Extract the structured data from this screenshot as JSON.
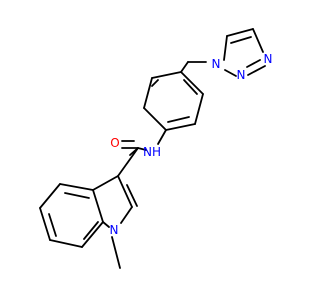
{
  "molecule": {
    "atoms": {
      "O": {
        "label": "O",
        "color": "#FF0000"
      },
      "NH": {
        "label": "NH",
        "color": "#0000FF"
      },
      "N1": {
        "label": "N",
        "color": "#0000FF"
      },
      "N_t1": {
        "label": "N",
        "color": "#0000FF"
      },
      "N_t2": {
        "label": "N",
        "color": "#0000FF"
      },
      "N_t3": {
        "label": "N",
        "color": "#0000FF"
      }
    }
  },
  "colors": {
    "bond": "#000000",
    "nitrogen": "#0000FF",
    "oxygen": "#FF0000",
    "background": "#FFFFFF"
  }
}
